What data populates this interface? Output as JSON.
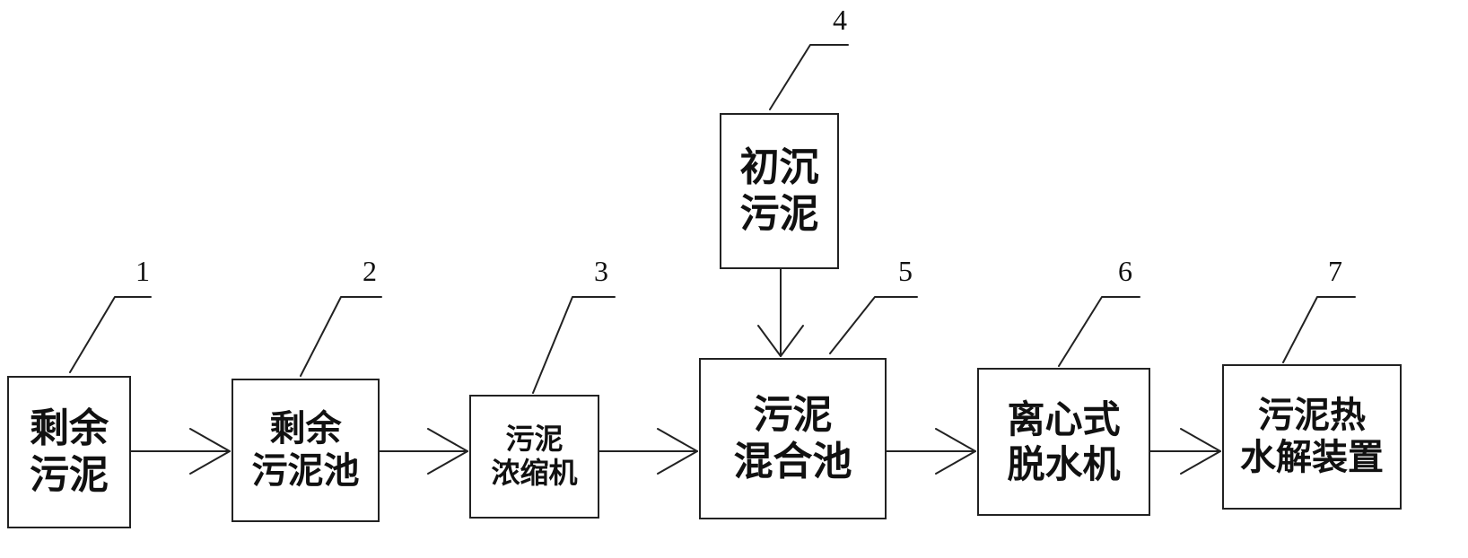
{
  "diagram": {
    "boxes": [
      {
        "id": "1",
        "lines": [
          "剩余",
          "污泥"
        ]
      },
      {
        "id": "2",
        "lines": [
          "剩余",
          "污泥池"
        ]
      },
      {
        "id": "3",
        "lines": [
          "污泥",
          "浓缩机"
        ]
      },
      {
        "id": "4",
        "lines": [
          "初沉",
          "污泥"
        ]
      },
      {
        "id": "5",
        "lines": [
          "污泥",
          "混合池"
        ]
      },
      {
        "id": "6",
        "lines": [
          "离心式",
          "脱水机"
        ]
      },
      {
        "id": "7",
        "lines": [
          "污泥热",
          "水解装置"
        ]
      }
    ],
    "labels": [
      "1",
      "2",
      "3",
      "4",
      "5",
      "6",
      "7"
    ],
    "line_color": "#222222",
    "text_color": "#111111"
  }
}
